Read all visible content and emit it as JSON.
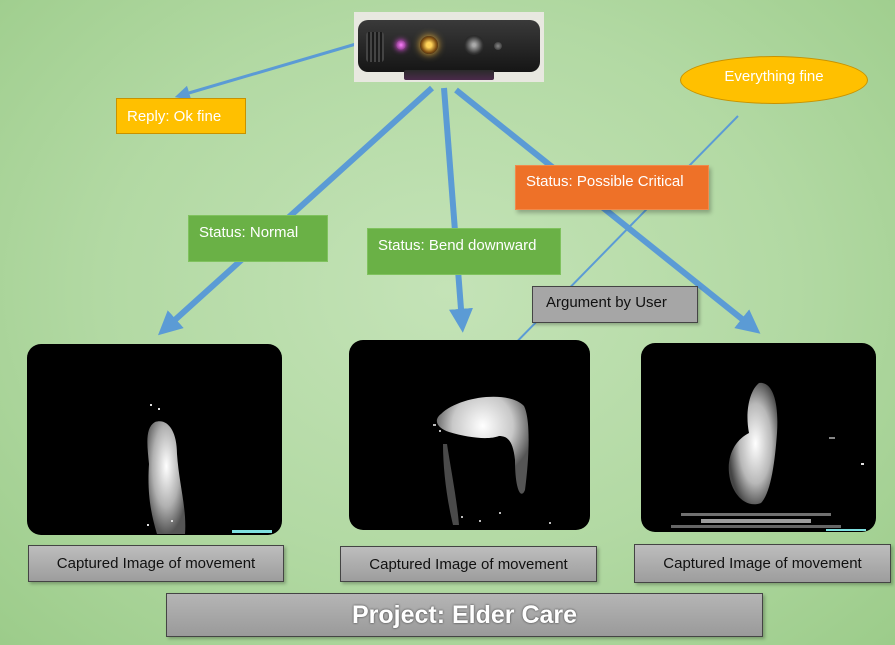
{
  "diagram": {
    "reply_label": "Reply: Ok fine",
    "bubble_text": "Everything fine",
    "status_normal": "Status: Normal",
    "status_bend": "Status: Bend downward",
    "status_critical": "Status: Possible Critical",
    "argument_label": "Argument by User",
    "captions": [
      "Captured Image of movement",
      "Captured Image of movement",
      "Captured Image of movement"
    ],
    "project_title": "Project: Elder Care"
  },
  "colors": {
    "arrow": "#5b9bd5",
    "green_label": "#6ab146",
    "orange_label": "#ee7128",
    "yellow_label": "#ffc000",
    "grey_label": "#a6a6a6"
  },
  "icons": {
    "camera": "depth-camera-icon"
  }
}
